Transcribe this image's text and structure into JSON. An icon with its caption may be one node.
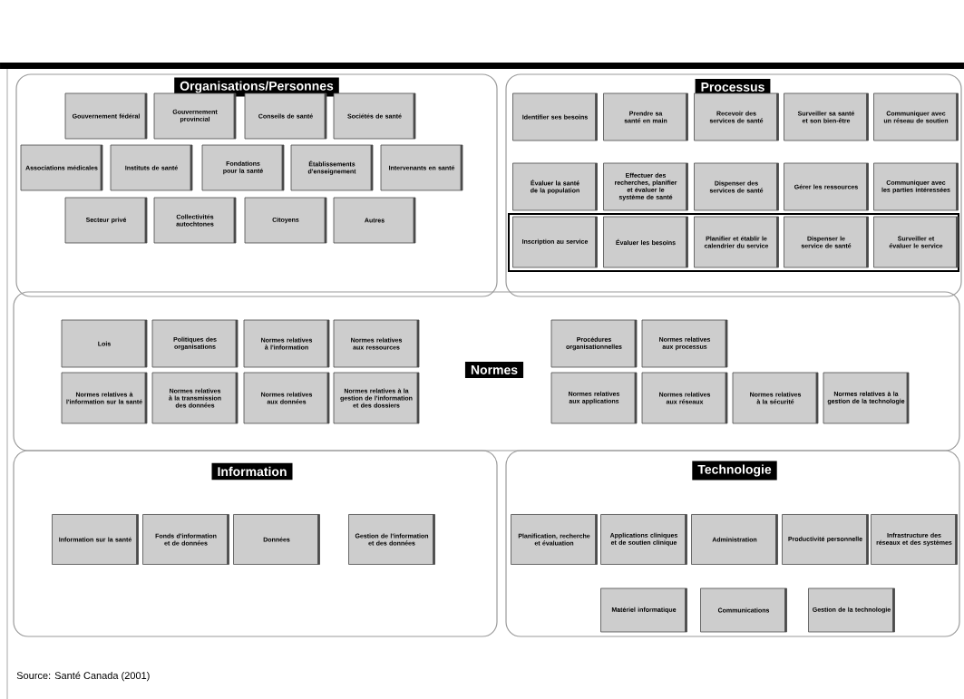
{
  "diagram": {
    "caption": "Source: Santé Canada (2001)",
    "nodes": [
      {
        "text": [
          "Organisations/Personnes"
        ]
      },
      {
        "text": [
          "Gouvernement fédéral"
        ],
        "in": 0
      },
      {
        "text": [
          "Gouvernement provincial"
        ],
        "in": 0
      },
      {
        "text": [
          "Conseils de santé"
        ],
        "in": 0
      },
      {
        "text": [
          "Sociétés de santé"
        ],
        "in": 0
      },
      {
        "text": [
          "Associations médicales"
        ],
        "in": 0
      },
      {
        "text": [
          "Instituts de santé"
        ],
        "in": 0
      },
      {
        "text": [
          "Fondations pour la santé"
        ],
        "in": 0
      },
      {
        "text": [
          "Établissements d'enseignement"
        ],
        "in": 0
      },
      {
        "text": [
          "Intervenants en santé"
        ],
        "in": 0
      },
      {
        "text": [
          "Secteur privé"
        ],
        "in": 0
      },
      {
        "text": [
          "Collectivités autochtones"
        ],
        "in": 0
      },
      {
        "text": [
          "Citoyens"
        ],
        "in": 0
      },
      {
        "text": [
          "Autres"
        ],
        "in": 0
      },
      {
        "text": [
          "Processus"
        ]
      },
      {
        "text": [
          "Identifier ses besoins"
        ],
        "in": 14
      },
      {
        "text": [
          "Prendre sa santé en main"
        ],
        "in": 14
      },
      {
        "text": [
          "Recevoir des services de santé"
        ],
        "in": 14
      },
      {
        "text": [
          "Surveiller sa santé et son bien-être"
        ],
        "in": 14
      },
      {
        "text": [
          "Communiquer avec un réseau de soutien"
        ],
        "in": 14
      },
      {
        "text": [
          "Évaluer la santé de la population"
        ],
        "in": 14
      },
      {
        "text": [
          "Effectuer des recherches, planifier et évaluer le système de santé"
        ],
        "in": 14
      },
      {
        "text": [
          "Dispenser des services de santé"
        ],
        "in": 14
      },
      {
        "text": [
          "Gérer les ressources"
        ],
        "in": 14
      },
      {
        "text": [
          "Communiquer avec les parties intéressées"
        ],
        "in": 14
      },
      {
        "text": [],
        "shape": "box",
        "in": 14
      },
      {
        "text": [
          "Inscription au service"
        ],
        "in": 25
      },
      {
        "text": [
          "Évaluer les besoins"
        ],
        "in": 25
      },
      {
        "text": [
          "Planifier et établir le calendrier du service"
        ],
        "in": 25
      },
      {
        "text": [
          "Dispenser le service de santé"
        ],
        "in": 25
      },
      {
        "text": [
          "Surveiller et évaluer le service"
        ],
        "in": 25
      },
      {
        "text": [
          "Normes"
        ]
      },
      {
        "text": [
          "Lois"
        ],
        "in": 31
      },
      {
        "text": [
          "Politiques des organisations"
        ],
        "in": 31
      },
      {
        "text": [
          "Normes relatives à l'information"
        ],
        "in": 31
      },
      {
        "text": [
          "Normes relatives aux ressources"
        ],
        "in": 31
      },
      {
        "text": [
          "Normes relatives à l'information sur la santé"
        ],
        "in": 31
      },
      {
        "text": [
          "Normes relatives à la transmission des données"
        ],
        "in": 31
      },
      {
        "text": [
          "Normes relatives aux données"
        ],
        "in": 31
      },
      {
        "text": [
          "Normes relatives à la gestion de l'information et des dossiers"
        ],
        "in": 31
      },
      {
        "text": [
          "Procédures organisationnelles"
        ],
        "in": 31
      },
      {
        "text": [
          "Normes relatives aux processus"
        ],
        "in": 31
      },
      {
        "text": [
          "Normes relatives aux applications"
        ],
        "in": 31
      },
      {
        "text": [
          "Normes relatives aux réseaux"
        ],
        "in": 31
      },
      {
        "text": [
          "Normes relatives à la sécurité"
        ],
        "in": 31
      },
      {
        "text": [
          "Normes relatives à la gestion de la technologie"
        ],
        "in": 31
      },
      {
        "text": [
          "Information"
        ]
      },
      {
        "text": [
          "Information sur la santé"
        ],
        "in": 46
      },
      {
        "text": [
          "Fonds d'information et de données"
        ],
        "in": 46
      },
      {
        "text": [
          "Données"
        ],
        "in": 46
      },
      {
        "text": [
          "Gestion de l'information et des données"
        ],
        "in": 46
      },
      {
        "text": [
          "Technologie"
        ]
      },
      {
        "text": [
          "Planification, recherche et évaluation"
        ],
        "in": 51
      },
      {
        "text": [
          "Applications cliniques et de soutien clinique"
        ],
        "in": 51
      },
      {
        "text": [
          "Administration"
        ],
        "in": 51
      },
      {
        "text": [
          "Productivité personnelle"
        ],
        "in": 51
      },
      {
        "text": [
          "Infrastructure des réseaux et des systèmes"
        ],
        "in": 51
      },
      {
        "text": [
          "Matériel informatique"
        ],
        "in": 51
      },
      {
        "text": [
          "Communications"
        ],
        "in": 51
      },
      {
        "text": [
          "Gestion de la technologie"
        ],
        "in": 51
      }
    ]
  }
}
